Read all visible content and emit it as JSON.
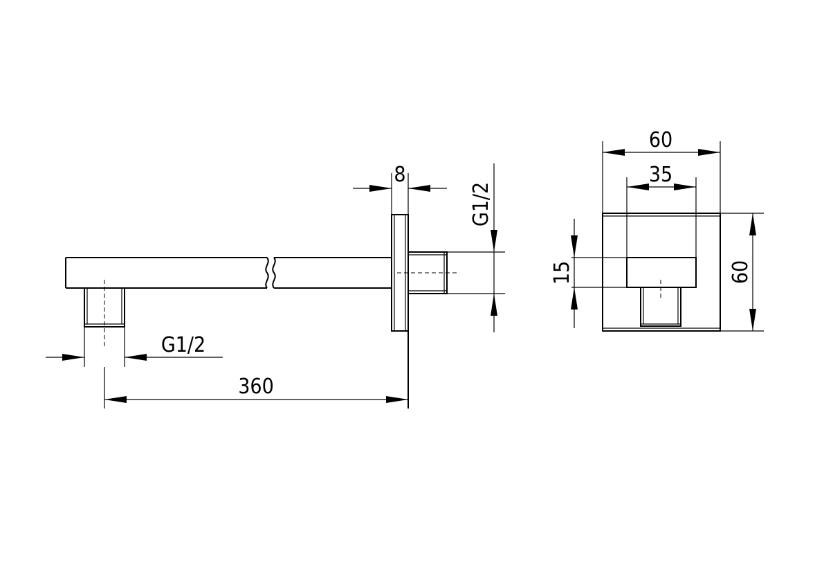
{
  "side_view": {
    "dim_length": "360",
    "dim_flange": "8",
    "dim_thread_outlet": "G1/2",
    "dim_thread_inlet": "G1/2"
  },
  "front_view": {
    "dim_width": "60",
    "dim_inner_width": "35",
    "dim_height": "60",
    "dim_offset": "15"
  }
}
